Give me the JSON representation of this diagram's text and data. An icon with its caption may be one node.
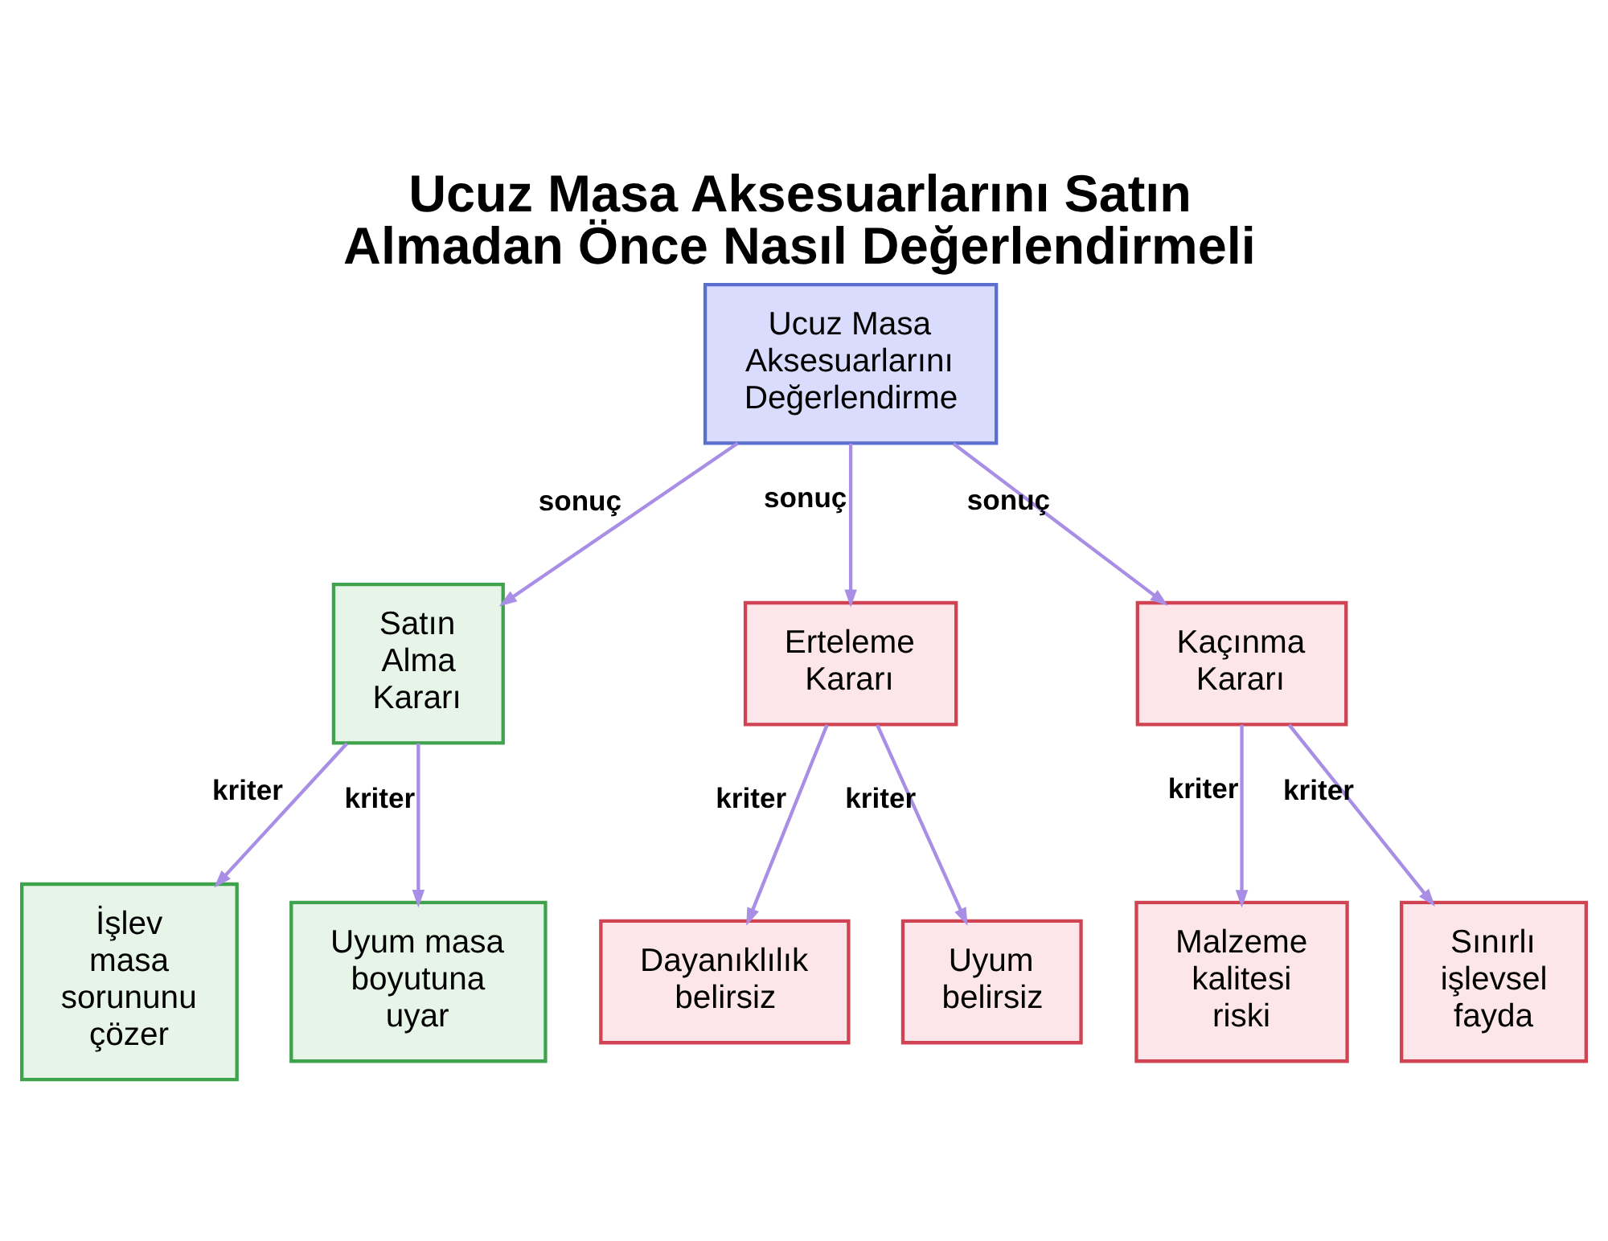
{
  "diagram": {
    "title": "Ucuz Masa Aksesuarlarını Satın Almadan Önce Nasıl Değerlendirmeli",
    "nodes": [
      {
        "text": [
          "Ucuz Masa Aksesuarlarını Değerlendirme"
        ]
      },
      {
        "text": [
          "Satın Alma Kararı"
        ]
      },
      {
        "text": [
          "Erteleme Kararı"
        ]
      },
      {
        "text": [
          "Kaçınma Kararı"
        ]
      },
      {
        "text": [
          "İşlev masa sorununu çözer"
        ]
      },
      {
        "text": [
          "Uyum masa boyutuna uyar"
        ]
      },
      {
        "text": [
          "Dayanıklılık belirsiz"
        ]
      },
      {
        "text": [
          "Uyum belirsiz"
        ]
      },
      {
        "text": [
          "Malzeme kalitesi riski"
        ]
      },
      {
        "text": [
          "Sınırlı işlevsel fayda"
        ]
      }
    ],
    "edges": [
      {
        "from": 0,
        "to": 1,
        "arrow": "to",
        "label": "sonuç"
      },
      {
        "from": 0,
        "to": 2,
        "arrow": "to",
        "label": "sonuç"
      },
      {
        "from": 0,
        "to": 3,
        "arrow": "to",
        "label": "sonuç"
      },
      {
        "from": 1,
        "to": 4,
        "arrow": "to",
        "label": "kriter"
      },
      {
        "from": 1,
        "to": 5,
        "arrow": "to",
        "label": "kriter"
      },
      {
        "from": 2,
        "to": 6,
        "arrow": "to",
        "label": "kriter"
      },
      {
        "from": 2,
        "to": 7,
        "arrow": "to",
        "label": "kriter"
      },
      {
        "from": 3,
        "to": 8,
        "arrow": "to",
        "label": "kriter"
      },
      {
        "from": 3,
        "to": 9,
        "arrow": "to",
        "label": "kriter"
      }
    ]
  }
}
